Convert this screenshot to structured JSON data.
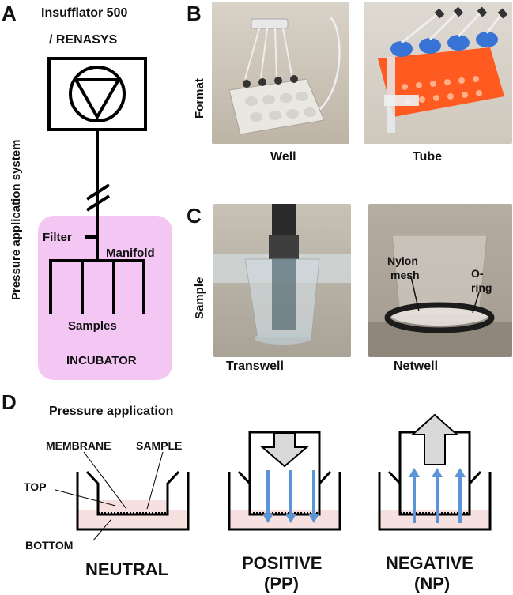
{
  "panels": {
    "a": "A",
    "b": "B",
    "c": "C",
    "d": "D"
  },
  "panel_a": {
    "device_line1": "Insufflator 500",
    "device_line2": "/ RENASYS",
    "side_label": "Pressure application system",
    "filter": "Filter",
    "manifold": "Manifold",
    "samples": "Samples",
    "incubator": "INCUBATOR",
    "incubator_color": "#f3c6f3"
  },
  "panel_b": {
    "side_label": "Format",
    "well": "Well",
    "tube": "Tube"
  },
  "panel_c": {
    "side_label": "Sample",
    "transwell": "Transwell",
    "netwell": "Netwell",
    "nylon_mesh_1": "Nylon",
    "nylon_mesh_2": "mesh",
    "oring_1": "O-",
    "oring_2": "ring"
  },
  "panel_d": {
    "title": "Pressure application",
    "membrane": "MEMBRANE",
    "sample": "SAMPLE",
    "top": "TOP",
    "bottom": "BOTTOM",
    "neutral": "NEUTRAL",
    "positive_1": "POSITIVE",
    "positive_2": "(PP)",
    "negative_1": "NEGATIVE",
    "negative_2": "(NP)",
    "liquid_color": "#f6e0e0",
    "arrow_color": "#5b95d6"
  }
}
